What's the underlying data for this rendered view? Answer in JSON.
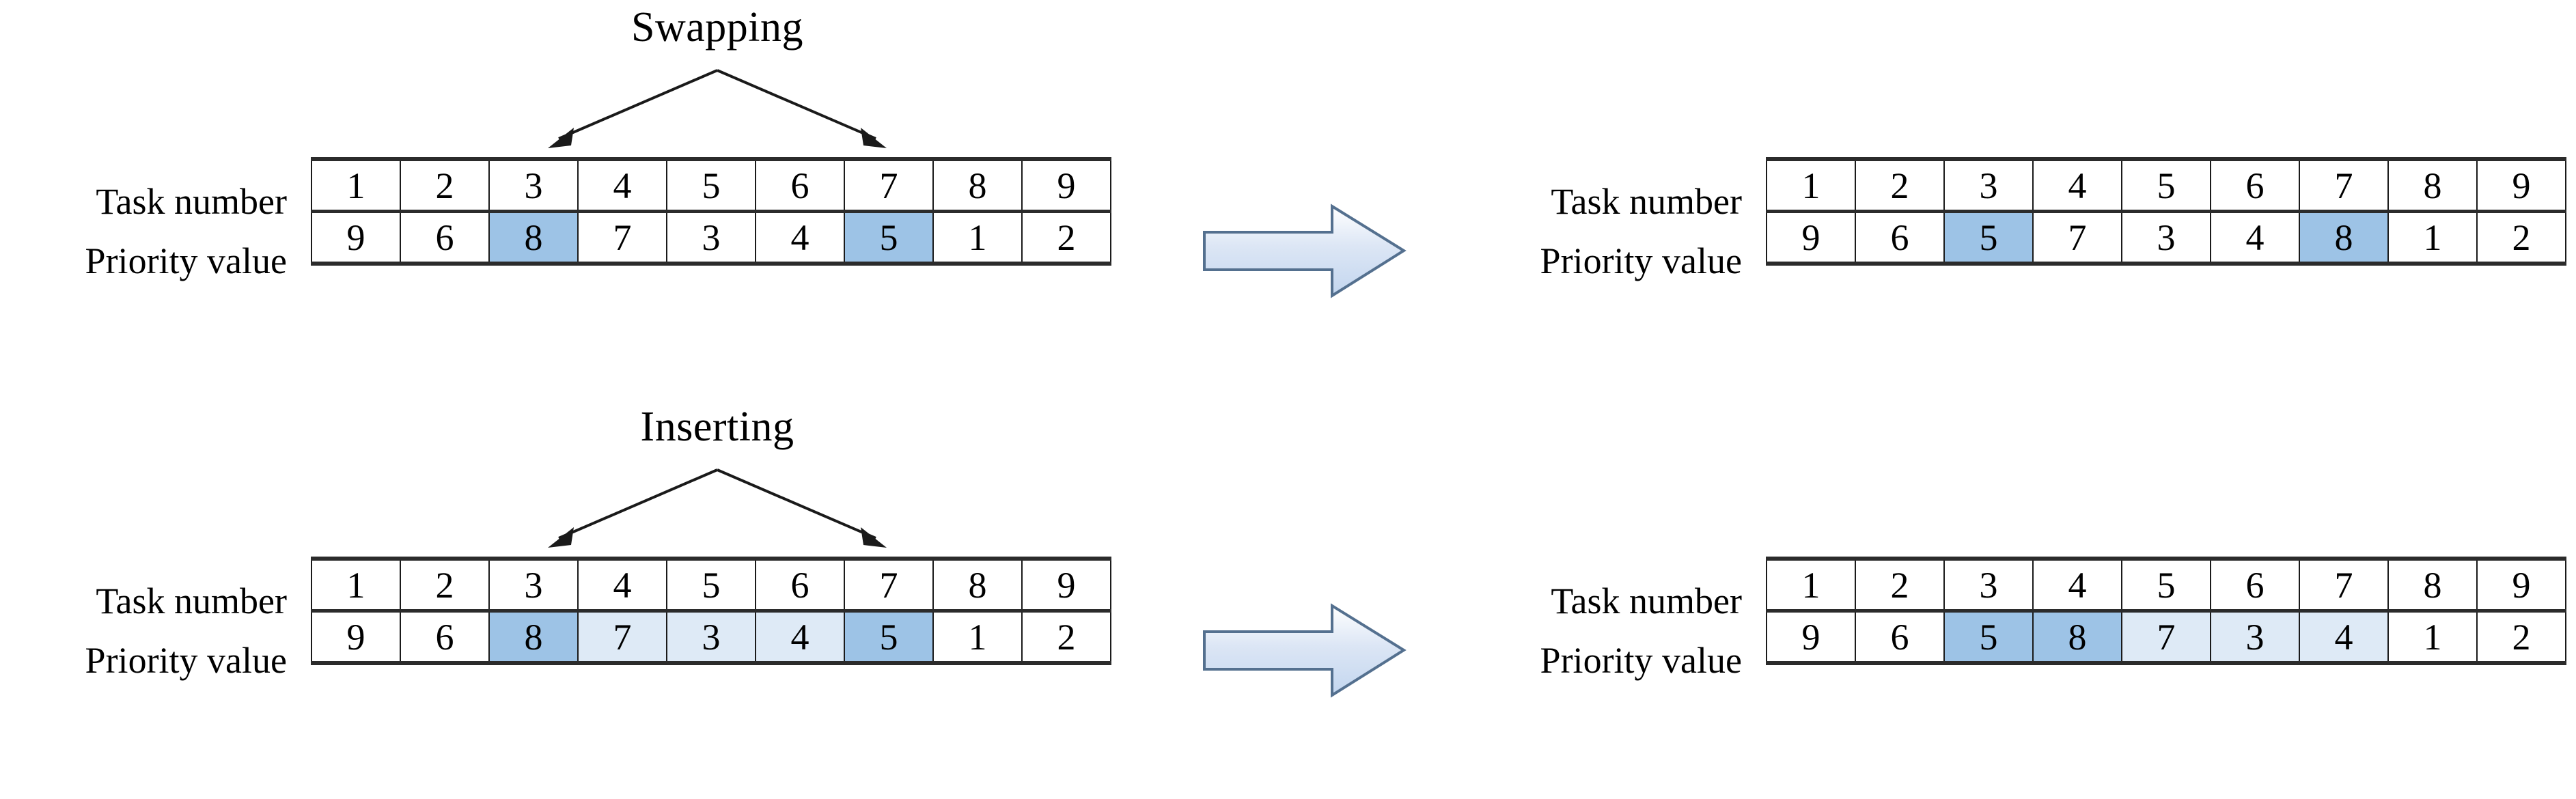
{
  "diagram": {
    "row_labels": {
      "task_number": "Task number",
      "priority_value": "Priority value"
    },
    "colors": {
      "fill_dark": "#9DC3E6",
      "fill_light": "#DEEAF6",
      "arrow_fill_start": "#FFFFFF",
      "arrow_fill_end": "#C5D9F1",
      "arrow_stroke": "#54708F",
      "grid_line": "#1A1A1A",
      "heavy_line": "#2B2B2B",
      "text": "#000000"
    },
    "panels": [
      {
        "id": "swapping",
        "operation_label": "Swapping",
        "arrow_icon": "v-double-arrow-icon",
        "transition_icon": "block-arrow-right-icon",
        "before": {
          "task_number": [
            "1",
            "2",
            "3",
            "4",
            "5",
            "6",
            "7",
            "8",
            "9"
          ],
          "priority_value": [
            "9",
            "6",
            "8",
            "7",
            "3",
            "4",
            "5",
            "1",
            "2"
          ],
          "priority_fill": [
            "none",
            "none",
            "dark",
            "none",
            "none",
            "none",
            "dark",
            "none",
            "none"
          ]
        },
        "after": {
          "task_number": [
            "1",
            "2",
            "3",
            "4",
            "5",
            "6",
            "7",
            "8",
            "9"
          ],
          "priority_value": [
            "9",
            "6",
            "5",
            "7",
            "3",
            "4",
            "8",
            "1",
            "2"
          ],
          "priority_fill": [
            "none",
            "none",
            "dark",
            "none",
            "none",
            "none",
            "dark",
            "none",
            "none"
          ]
        }
      },
      {
        "id": "inserting",
        "operation_label": "Inserting",
        "arrow_icon": "v-double-arrow-icon",
        "transition_icon": "block-arrow-right-icon",
        "before": {
          "task_number": [
            "1",
            "2",
            "3",
            "4",
            "5",
            "6",
            "7",
            "8",
            "9"
          ],
          "priority_value": [
            "9",
            "6",
            "8",
            "7",
            "3",
            "4",
            "5",
            "1",
            "2"
          ],
          "priority_fill": [
            "none",
            "none",
            "dark",
            "light",
            "light",
            "light",
            "dark",
            "none",
            "none"
          ]
        },
        "after": {
          "task_number": [
            "1",
            "2",
            "3",
            "4",
            "5",
            "6",
            "7",
            "8",
            "9"
          ],
          "priority_value": [
            "9",
            "6",
            "5",
            "8",
            "7",
            "3",
            "4",
            "1",
            "2"
          ],
          "priority_fill": [
            "none",
            "none",
            "dark",
            "dark",
            "light",
            "light",
            "light",
            "none",
            "none"
          ]
        }
      }
    ]
  }
}
